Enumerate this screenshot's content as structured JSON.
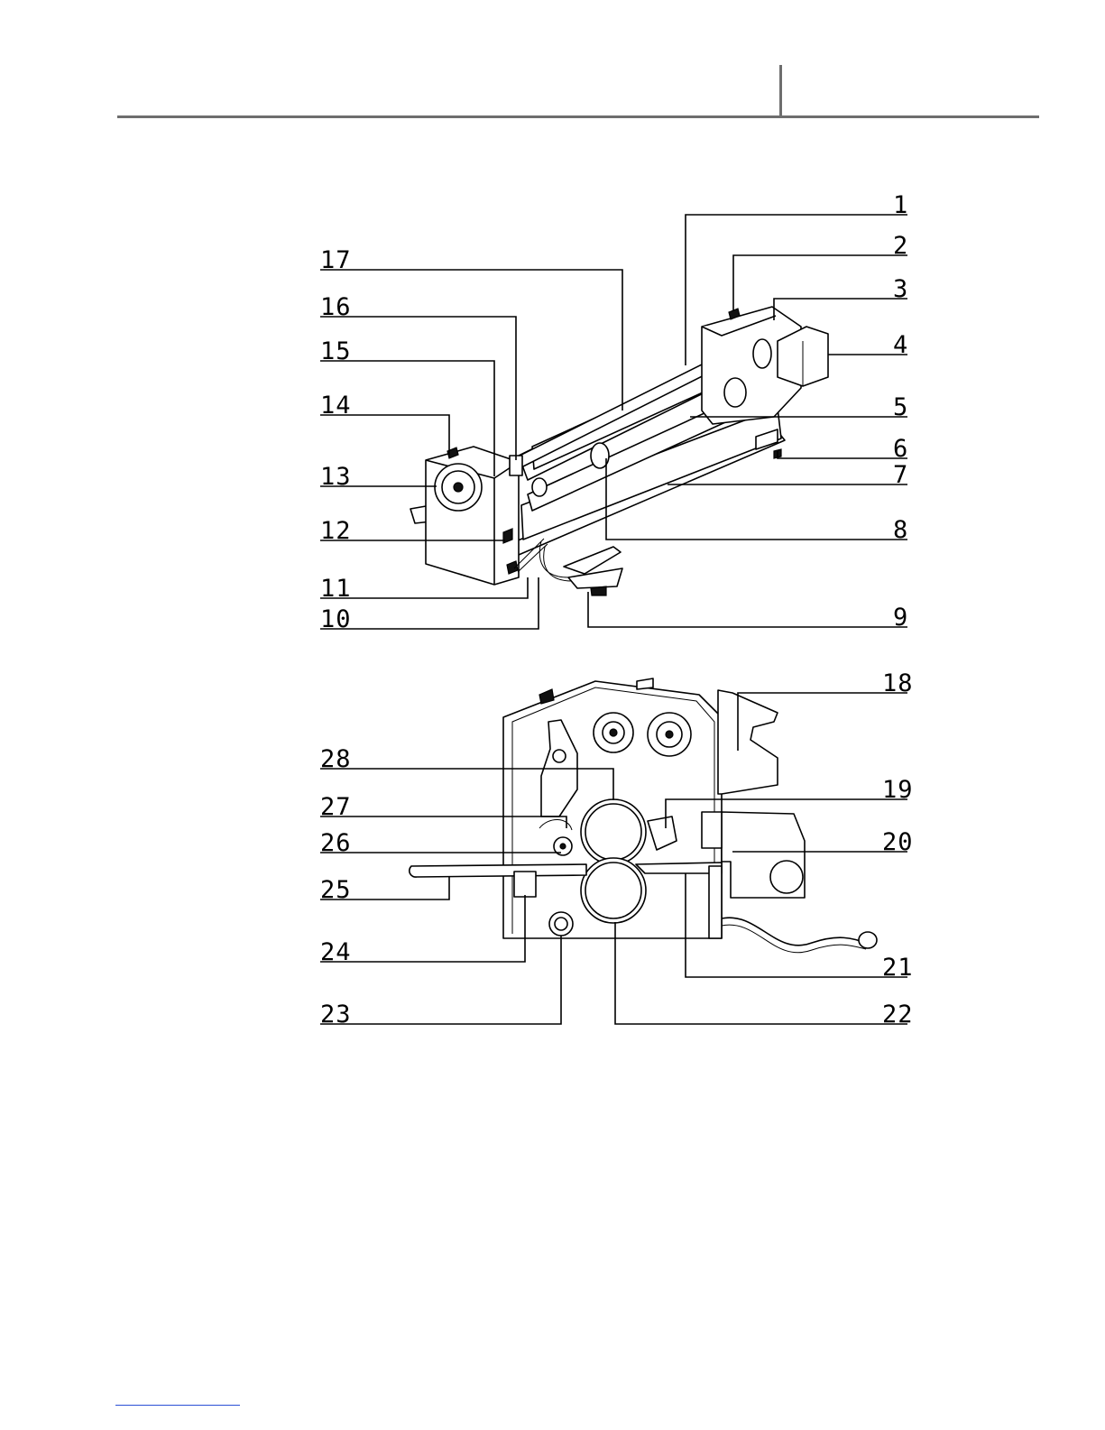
{
  "callouts": {
    "c1": "1",
    "c2": "2",
    "c3": "3",
    "c4": "4",
    "c5": "5",
    "c6": "6",
    "c7": "7",
    "c8": "8",
    "c9": "9",
    "c10": "10",
    "c11": "11",
    "c12": "12",
    "c13": "13",
    "c14": "14",
    "c15": "15",
    "c16": "16",
    "c17": "17",
    "c18": "18",
    "c19": "19",
    "c20": "20",
    "c21": "21",
    "c22": "22",
    "c23": "23",
    "c24": "24",
    "c25": "25",
    "c26": "26",
    "c27": "27",
    "c28": "28"
  },
  "colors": {
    "line": "#000000",
    "header_rule": "#6e6e6e",
    "footer_link": "#2a4fd6"
  }
}
